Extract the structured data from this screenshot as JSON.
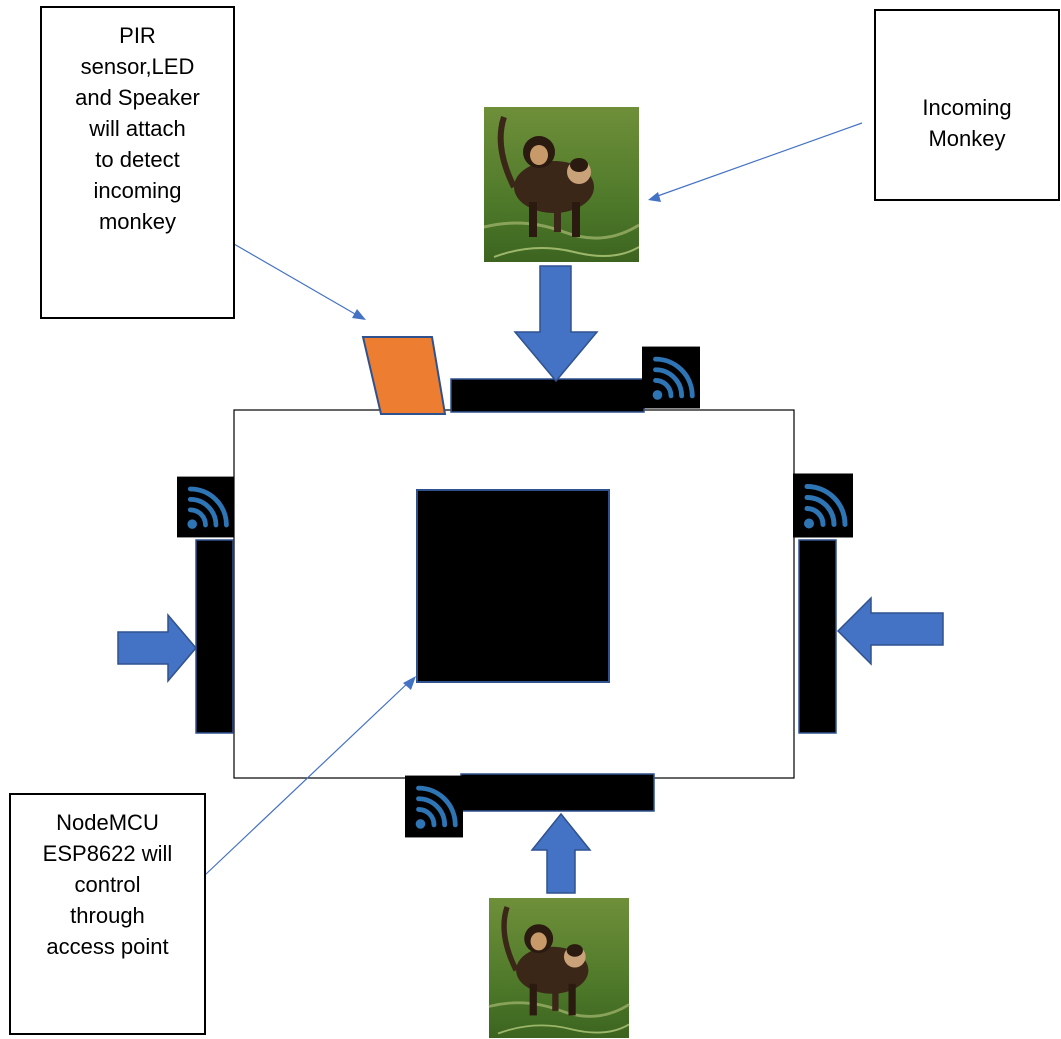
{
  "callouts": {
    "pir": "PIR\nsensor,LED\nand Speaker\nwill attach\nto detect\nincoming\nmonkey",
    "monkey": "Incoming\nMonkey",
    "mcu": "NodeMCU\nESP8622 will\ncontrol\nthrough\naccess point"
  },
  "icons": {
    "wifi": "wifi-signal-icon",
    "monkey_photo": "monkey-photo-icon",
    "sensor": "trapezoid-sensor-icon"
  },
  "colors": {
    "arrow_fill": "#4472c4",
    "arrow_stroke": "#2f528f",
    "sensor_fill": "#ed7d31",
    "block_fill": "#000000",
    "wifi_signal": "#2e75b6",
    "leader_line": "#4472c4"
  }
}
